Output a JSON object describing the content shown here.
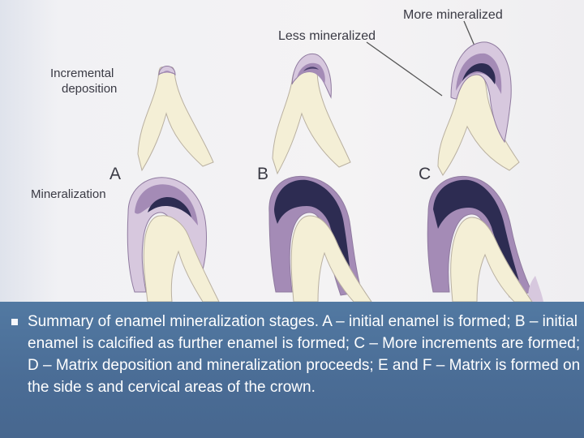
{
  "figure": {
    "labels": {
      "more_mineralized": "More mineralized",
      "less_mineralized": "Less mineralized",
      "incremental_deposition_line1": "Incremental",
      "incremental_deposition_line2": "deposition",
      "mineralization": "Mineralization",
      "stage_a": "A",
      "stage_b": "B",
      "stage_c": "C"
    },
    "colors": {
      "dentin": "#f4efd6",
      "dentin_outline": "#b9b0a0",
      "enamel_light": "#d7c8de",
      "enamel_mid": "#a48bb6",
      "enamel_dark": "#2d2c52"
    }
  },
  "caption": {
    "text": "Summary of enamel mineralization stages. A – initial enamel is formed; B – initial enamel is calcified as further enamel is formed; C – More increments are formed; D – Matrix deposition and mineralization proceeds; E and F – Matrix is formed on the side s and cervical areas of the crown."
  }
}
